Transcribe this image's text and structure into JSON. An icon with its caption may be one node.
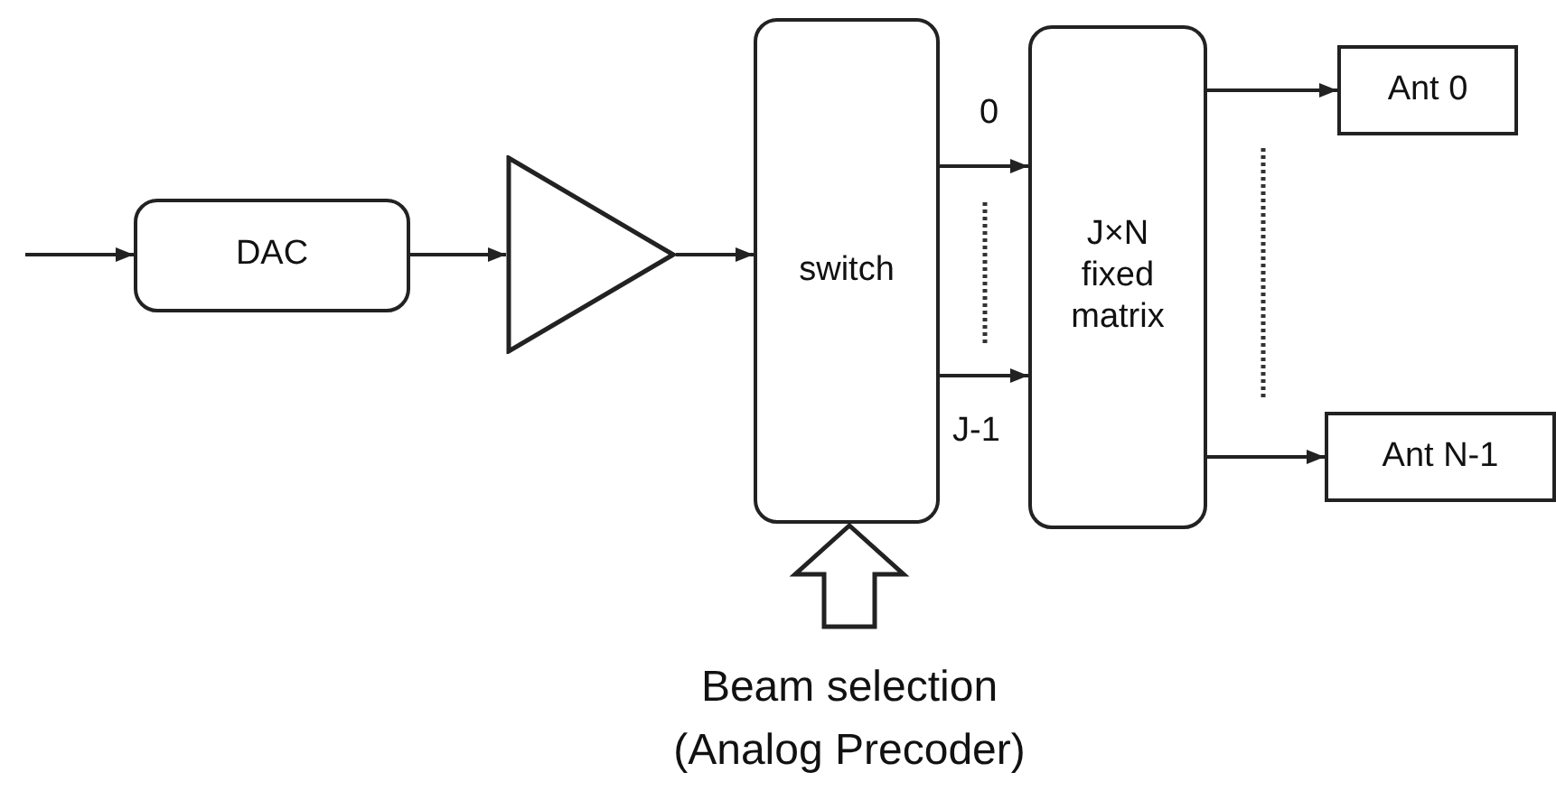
{
  "diagram": {
    "nodes": [
      {
        "text": [
          "DAC"
        ]
      },
      {
        "text": [],
        "shape": "triangle"
      },
      {
        "text": [
          "switch"
        ]
      },
      {
        "text": [
          "J×N fixed matrix"
        ]
      },
      {
        "text": [
          "Ant 0"
        ]
      },
      {
        "text": [
          "Ant N-1"
        ]
      },
      {
        "text": [
          "Beam selection (Analog Precoder)"
        ]
      }
    ],
    "edges": [
      {
        "from": null,
        "to": 0,
        "arrow": "to"
      },
      {
        "from": 0,
        "to": 1,
        "arrow": "to"
      },
      {
        "from": 1,
        "to": 2,
        "arrow": "to"
      },
      {
        "from": 2,
        "to": 3,
        "arrow": "to",
        "label": "0"
      },
      {
        "from": 2,
        "to": 3,
        "arrow": "to",
        "label": "J-1"
      },
      {
        "from": 3,
        "to": 4,
        "arrow": "to"
      },
      {
        "from": 3,
        "to": 5,
        "arrow": "to"
      },
      {
        "from": 6,
        "to": 2,
        "arrow": "to",
        "style": "thick"
      }
    ]
  }
}
